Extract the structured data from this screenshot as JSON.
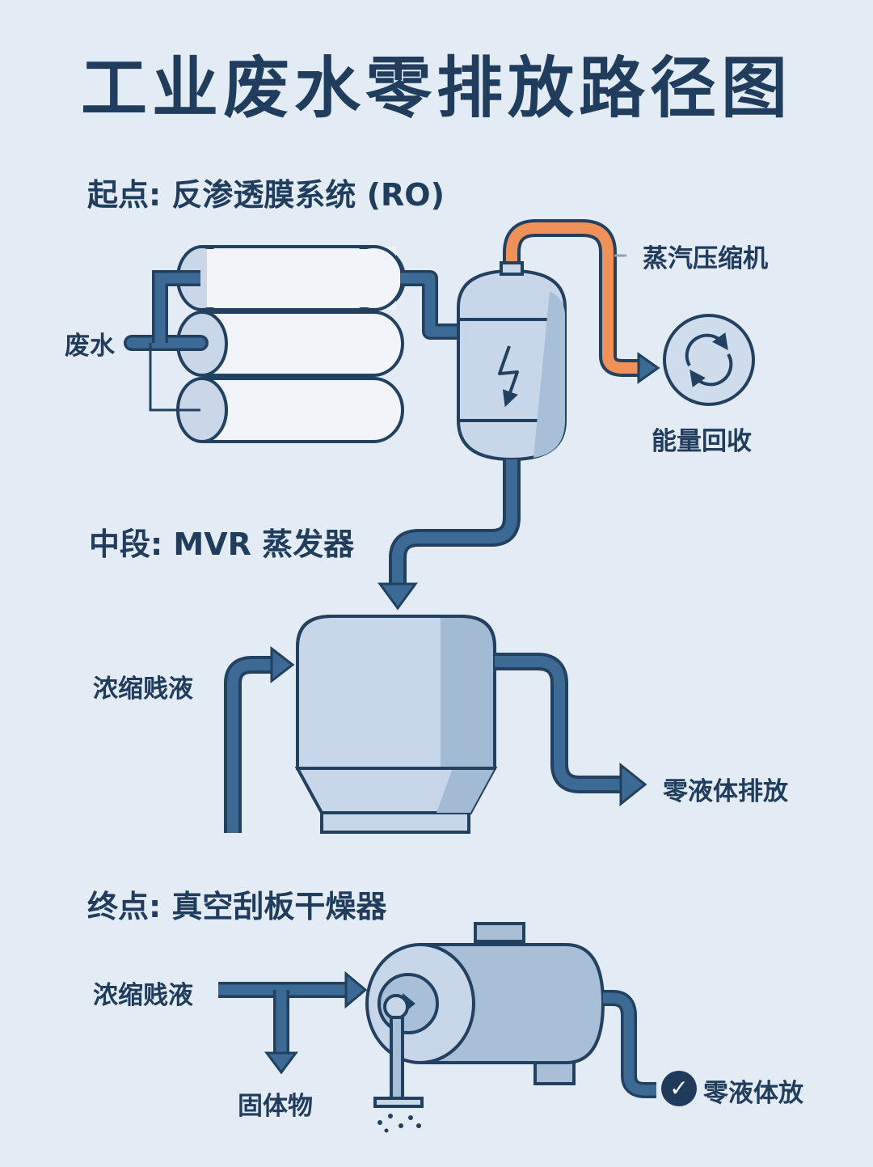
{
  "title": "工业废水零排放路径图",
  "sections": {
    "start": "起点: 反渗透膜系统 (RO)",
    "middle": "中段: MVR 蒸发器",
    "end": "终点: 真空刮板干燥器"
  },
  "labels": {
    "wastewater": "废水",
    "compressor": "蒸汽压缩机",
    "energy_recovery": "能量回收",
    "concentrate_in_mvr": "浓缩贱液",
    "zero_liquid_discharge": "零液体排放",
    "concentrate_in_dryer": "浓缩贱液",
    "solids": "固体物",
    "zero_liquid_final": "零液体放"
  },
  "icons": {
    "lightning": "lightning-icon",
    "recycle": "recycle-arrows-icon",
    "check": "check-circle-icon"
  },
  "colors": {
    "background": "#e3ebf5",
    "pipe": "#3d6a94",
    "outline": "#22405f",
    "vessel": "#c7d6e8",
    "steam": "#f0915a"
  }
}
